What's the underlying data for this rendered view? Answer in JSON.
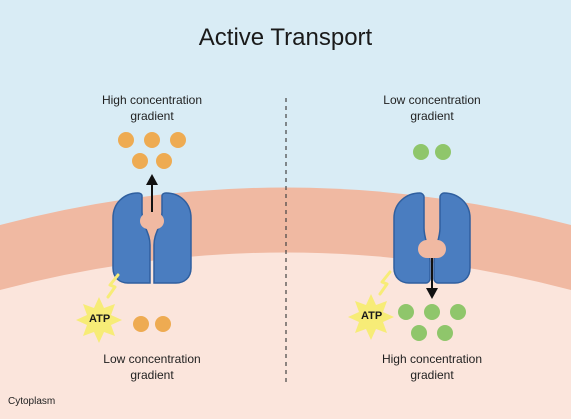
{
  "title": "Active Transport",
  "left_panel": {
    "top_label_line1": "High concentration",
    "top_label_line2": "gradient",
    "bottom_label_line1": "Low concentration",
    "bottom_label_line2": "gradient",
    "atp_label": "ATP",
    "molecule_color": "#eeab52"
  },
  "right_panel": {
    "top_label_line1": "Low concentration",
    "top_label_line2": "gradient",
    "bottom_label_line1": "High concentration",
    "bottom_label_line2": "gradient",
    "atp_label": "ATP",
    "molecule_color": "#8fc66b"
  },
  "region_label": "Cytoplasm",
  "colors": {
    "extracellular": "#d9ecf5",
    "membrane": "#f0b9a2",
    "cytoplasm": "#fbe5dc",
    "protein": "#4a7dc0",
    "protein_edge": "#2f5f9f",
    "atp_burst": "#f7ec77"
  }
}
